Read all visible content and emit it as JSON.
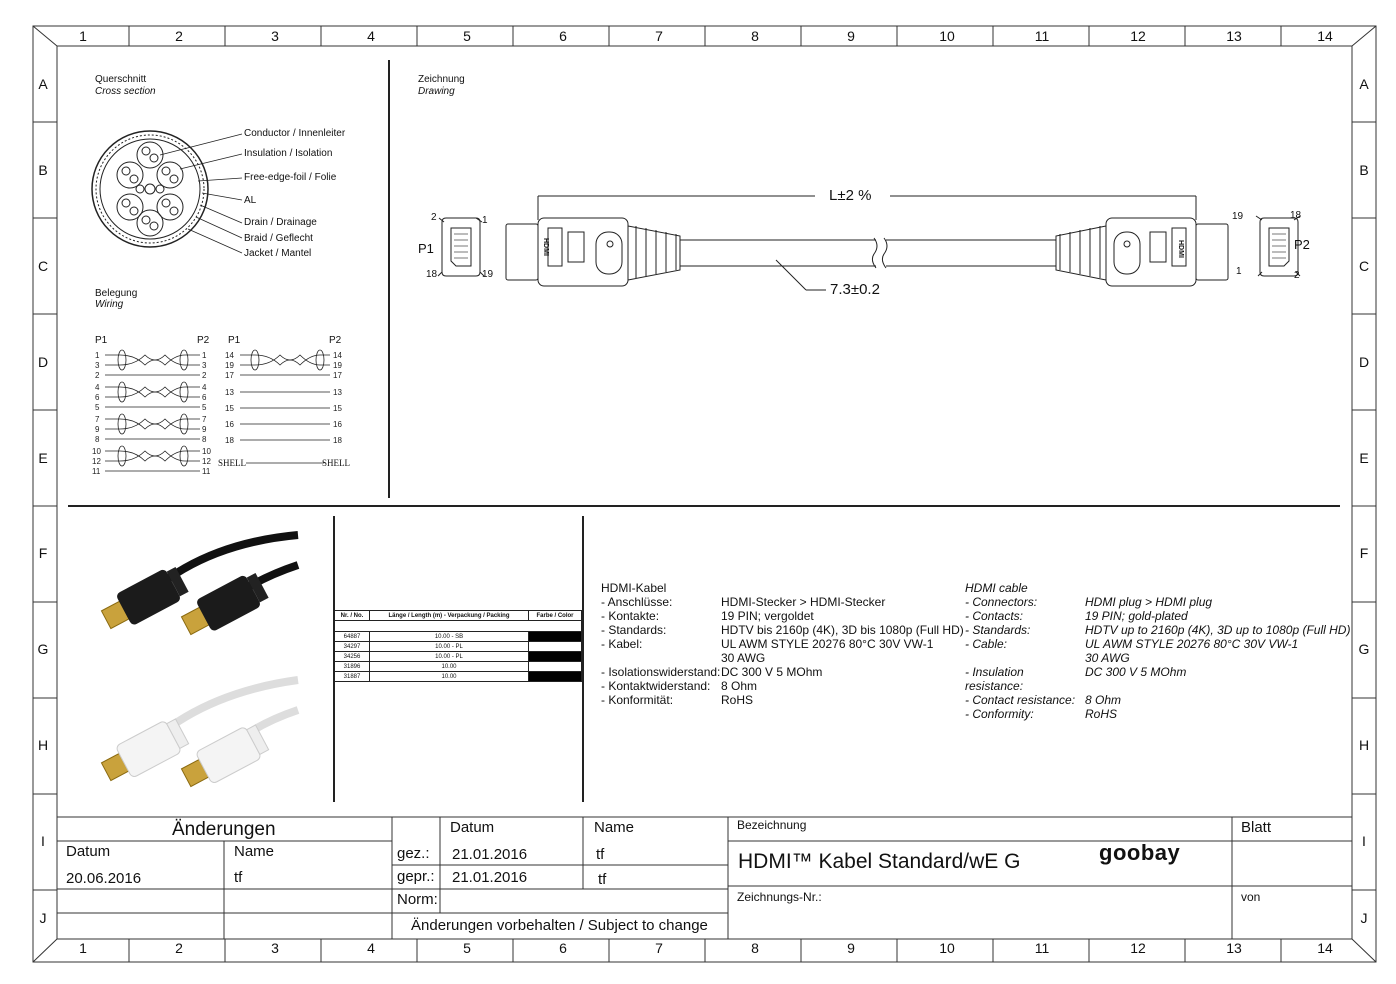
{
  "frame": {
    "columns": [
      "1",
      "2",
      "3",
      "4",
      "5",
      "6",
      "7",
      "8",
      "9",
      "10",
      "11",
      "12",
      "13",
      "14"
    ],
    "rows": [
      "A",
      "B",
      "C",
      "D",
      "E",
      "F",
      "G",
      "H",
      "I",
      "J"
    ]
  },
  "cross_section": {
    "title": "Querschnitt",
    "title_en": "Cross section",
    "labels": [
      "Conductor / Innenleiter",
      "Insulation / Isolation",
      "Free-edge-foil / Folie",
      "AL",
      "Drain / Drainage",
      "Braid / Geflecht",
      "Jacket / Mantel"
    ]
  },
  "wiring": {
    "title": "Belegung",
    "title_en": "Wiring",
    "p1": "P1",
    "p2": "P2",
    "left_pins": [
      "1",
      "3",
      "2",
      "4",
      "6",
      "5",
      "7",
      "9",
      "8",
      "10",
      "12",
      "11"
    ],
    "right_pins": [
      "14",
      "19",
      "17",
      "13",
      "15",
      "16",
      "18"
    ],
    "shell": "SHELL"
  },
  "drawing": {
    "title": "Zeichnung",
    "title_en": "Drawing",
    "length": "L±2 %",
    "diameter": "7.3±0.2",
    "p1": "P1",
    "p2": "P2",
    "pin_1": "1",
    "pin_2": "2",
    "pin_18": "18",
    "pin_19": "19",
    "hdmi_mark": "HDMI"
  },
  "order_table": {
    "headers": [
      "Nr. / No.",
      "Länge / Length (m) - Verpackung / Packing",
      "Farbe / Color"
    ],
    "rows": [
      {
        "nr": "64887",
        "len": "10.00 - SB",
        "color": "black"
      },
      {
        "nr": "34297",
        "len": "10.00 - PL",
        "color": "white"
      },
      {
        "nr": "34256",
        "len": "10.00 - PL",
        "color": "black"
      },
      {
        "nr": "31896",
        "len": "10.00",
        "color": "white"
      },
      {
        "nr": "31887",
        "len": "10.00",
        "color": "black"
      }
    ]
  },
  "spec_de": {
    "title": "HDMI-Kabel",
    "rows": [
      {
        "k": "- Anschlüsse:",
        "v": "HDMI-Stecker > HDMI-Stecker"
      },
      {
        "k": "- Kontakte:",
        "v": "19 PIN; vergoldet"
      },
      {
        "k": "- Standards:",
        "v": "HDTV bis 2160p (4K), 3D bis 1080p (Full HD)"
      },
      {
        "k": "- Kabel:",
        "v": "UL AWM STYLE 20276 80°C 30V VW-1"
      },
      {
        "k": "",
        "v": "30 AWG"
      },
      {
        "k": "- Isolationswiderstand:",
        "v": "DC 300 V 5 MOhm"
      },
      {
        "k": "- Kontaktwiderstand:",
        "v": "8 Ohm"
      },
      {
        "k": "- Konformität:",
        "v": "RoHS"
      }
    ]
  },
  "spec_en": {
    "title": "HDMI cable",
    "rows": [
      {
        "k": "- Connectors:",
        "v": "HDMI plug > HDMI plug"
      },
      {
        "k": "- Contacts:",
        "v": "19 PIN; gold-plated"
      },
      {
        "k": "- Standards:",
        "v": "HDTV up to 2160p (4K), 3D up to 1080p (Full HD)"
      },
      {
        "k": "- Cable:",
        "v": "UL AWM STYLE 20276 80°C 30V VW-1"
      },
      {
        "k": "",
        "v": "30 AWG"
      },
      {
        "k": "- Insulation resistance:",
        "v": "DC 300 V 5 MOhm"
      },
      {
        "k": "- Contact resistance:",
        "v": "8 Ohm"
      },
      {
        "k": "- Conformity:",
        "v": "RoHS"
      }
    ]
  },
  "title_block": {
    "changes": "Änderungen",
    "datum": "Datum",
    "name": "Name",
    "change_date": "20.06.2016",
    "change_name": "tf",
    "gez": "gez.:",
    "gepr": "gepr.:",
    "norm": "Norm:",
    "gez_date": "21.01.2016",
    "gez_name": "tf",
    "gepr_date": "21.01.2016",
    "gepr_name": "tf",
    "subject": "Änderungen vorbehalten / Subject to change",
    "bezeichnung": "Bezeichnung",
    "product": "HDMI™ Kabel Standard/wE G",
    "zeichnungs_nr": "Zeichnungs-Nr.:",
    "blatt": "Blatt",
    "von": "von",
    "logo": "goobay"
  }
}
